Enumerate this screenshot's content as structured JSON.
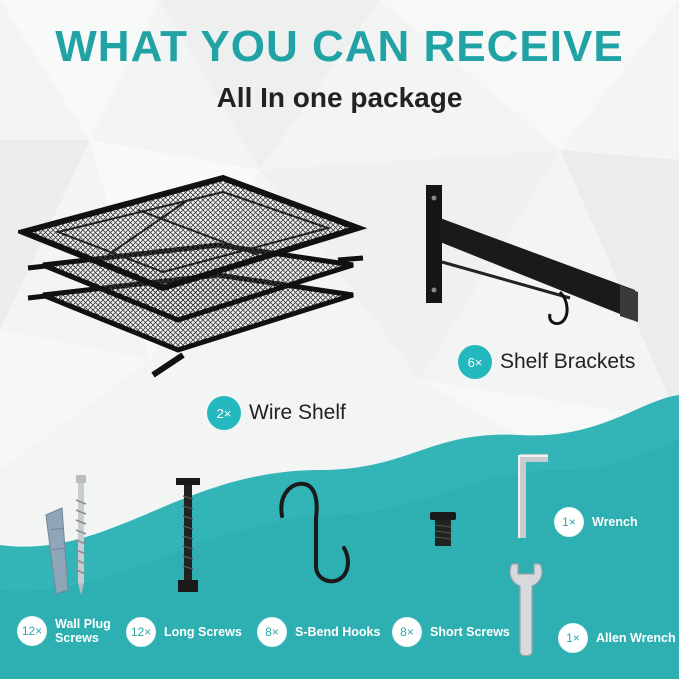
{
  "header": {
    "title": "WHAT YOU CAN RECEIVE",
    "subtitle": "All In one package"
  },
  "colors": {
    "accent": "#21a3a6",
    "teal_wave": "#33b5b8",
    "dark": "#1c1c1c"
  },
  "items": {
    "wire_shelf": {
      "count": "2×",
      "label": "Wire Shelf"
    },
    "shelf_brackets": {
      "count": "6×",
      "label": "Shelf Brackets"
    },
    "wall_plug_screws": {
      "count": "12×",
      "label_line1": "Wall Plug",
      "label_line2": "Screws"
    },
    "long_screws": {
      "count": "12×",
      "label": "Long Screws"
    },
    "s_bend_hooks": {
      "count": "8×",
      "label": "S-Bend Hooks"
    },
    "short_screws": {
      "count": "8×",
      "label": "Short Screws"
    },
    "wrench": {
      "count": "1×",
      "label": "Wrench"
    },
    "allen_wrench": {
      "count": "1×",
      "label": "Allen Wrench"
    }
  },
  "icons": [
    "wire-shelf-icon",
    "shelf-bracket-icon",
    "wall-plug-screw-icon",
    "long-screw-icon",
    "s-hook-icon",
    "short-screw-icon",
    "allen-key-icon",
    "wrench-icon"
  ]
}
